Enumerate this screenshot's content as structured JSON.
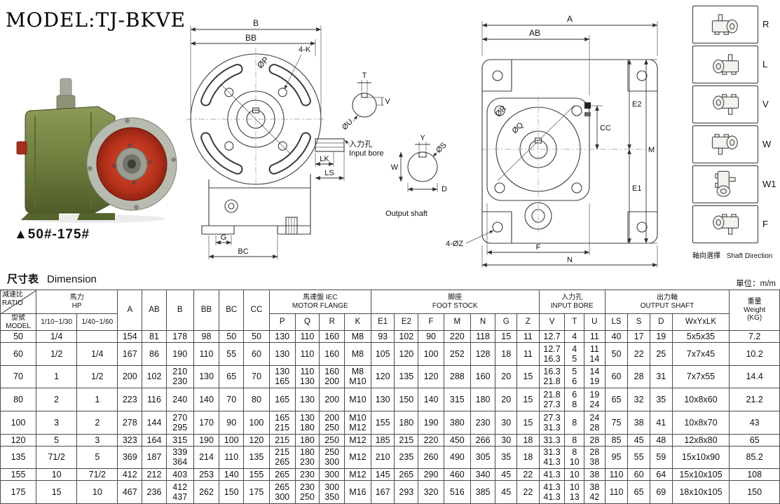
{
  "header": {
    "model_title": "MODEL:TJ-BKVE",
    "size_range": "▲50#-175#"
  },
  "section": {
    "heading_cn": "尺寸表",
    "heading_en": "Dimension"
  },
  "unit_label": "單位：m/m",
  "photo": {
    "body_color": "#71803f",
    "flange_color": "#bb3320",
    "rim_color": "#b8bcb0"
  },
  "drawings": {
    "front": {
      "b": "B",
      "bb": "BB",
      "p": "ØP",
      "k4": "4-K",
      "g": "G",
      "bc": "BC",
      "lk": "LK",
      "ls": "LS",
      "t": "T",
      "v": "V",
      "u": "ØU",
      "input_bore_cn": "入力孔",
      "input_bore_en": "Input bore",
      "y": "Y",
      "s": "ØS",
      "w": "W",
      "d": "D",
      "output_shaft_cn": "出力軸",
      "output_shaft_en": "Output shaft"
    },
    "side": {
      "a": "A",
      "ab": "AB",
      "r": "ØR",
      "q": "ØQ",
      "e2": "E2",
      "cc": "CC",
      "m": "M",
      "e1": "E1",
      "z4": "4-ØZ",
      "f": "F",
      "n": "N"
    }
  },
  "shaft_direction": {
    "caption_cn": "軸向選擇",
    "caption_en": "Shaft Direction",
    "options": [
      "R",
      "L",
      "V",
      "W",
      "W1",
      "F"
    ]
  },
  "table": {
    "corner": {
      "ratio": "減速比\nRATIO",
      "hp": "馬力\nHP",
      "model": "型號\nMODEL",
      "ratio_col1": "1/10~1/30",
      "ratio_col2": "1/40~1/60"
    },
    "top_cols": [
      "A",
      "AB",
      "B",
      "BB",
      "BC",
      "CC"
    ],
    "groups": {
      "motor_flange": "馬達盤 IEC\nMOTOR FLANGE",
      "foot_stock": "脚座\nFOOT STOCK",
      "input_bore": "入力孔\nINPUT BORE",
      "output_shaft": "出力軸\nOUTPUT SHAFT",
      "weight": "重量\nWeight\n(KG)"
    },
    "sub_headers": [
      "P",
      "Q",
      "R",
      "K",
      "E1",
      "E2",
      "F",
      "M",
      "N",
      "G",
      "Z",
      "V",
      "T",
      "U",
      "LS",
      "S",
      "D",
      "WxYxLK"
    ],
    "rows": [
      [
        "50",
        "1/4",
        "",
        "154",
        "81",
        "178",
        "98",
        "50",
        "50",
        "130",
        "110",
        "160",
        "M8",
        "93",
        "102",
        "90",
        "220",
        "118",
        "15",
        "11",
        "12.7",
        "4",
        "11",
        "40",
        "17",
        "19",
        "5x5x35",
        "7.2"
      ],
      [
        "60",
        "1/2",
        "1/4",
        "167",
        "86",
        "190",
        "110",
        "55",
        "60",
        "130",
        "110",
        "160",
        "M8",
        "105",
        "120",
        "100",
        "252",
        "128",
        "18",
        "11",
        "12.7\n16.3",
        "4\n5",
        "11\n14",
        "50",
        "22",
        "25",
        "7x7x45",
        "10.2"
      ],
      [
        "70",
        "1",
        "1/2",
        "200",
        "102",
        "210\n230",
        "130",
        "65",
        "70",
        "130\n165",
        "110\n130",
        "160\n200",
        "M8\nM10",
        "120",
        "135",
        "120",
        "288",
        "160",
        "20",
        "15",
        "16.3\n21.8",
        "5\n6",
        "14\n19",
        "60",
        "28",
        "31",
        "7x7x55",
        "14.4"
      ],
      [
        "80",
        "2",
        "1",
        "223",
        "116",
        "240",
        "140",
        "70",
        "80",
        "165",
        "130",
        "200",
        "M10",
        "130",
        "150",
        "140",
        "315",
        "180",
        "20",
        "15",
        "21.8\n27.3",
        "6\n8",
        "19\n24",
        "65",
        "32",
        "35",
        "10x8x60",
        "21.2"
      ],
      [
        "100",
        "3",
        "2",
        "278",
        "144",
        "270\n295",
        "170",
        "90",
        "100",
        "165\n215",
        "130\n180",
        "200\n250",
        "M10\nM12",
        "155",
        "180",
        "190",
        "380",
        "230",
        "30",
        "15",
        "27.3\n31.3",
        "8",
        "24\n28",
        "75",
        "38",
        "41",
        "10x8x70",
        "43"
      ],
      [
        "120",
        "5",
        "3",
        "323",
        "164",
        "315",
        "190",
        "100",
        "120",
        "215",
        "180",
        "250",
        "M12",
        "185",
        "215",
        "220",
        "450",
        "266",
        "30",
        "18",
        "31.3",
        "8",
        "28",
        "85",
        "45",
        "48",
        "12x8x80",
        "65"
      ],
      [
        "135",
        "71/2",
        "5",
        "369",
        "187",
        "339\n364",
        "214",
        "110",
        "135",
        "215\n265",
        "180\n230",
        "250\n300",
        "M12",
        "210",
        "235",
        "260",
        "490",
        "305",
        "35",
        "18",
        "31.3\n41.3",
        "8\n10",
        "28\n38",
        "95",
        "55",
        "59",
        "15x10x90",
        "85.2"
      ],
      [
        "155",
        "10",
        "71/2",
        "412",
        "212",
        "403",
        "253",
        "140",
        "155",
        "265",
        "230",
        "300",
        "M12",
        "145",
        "265",
        "290",
        "460",
        "340",
        "45",
        "22",
        "41.3",
        "10",
        "38",
        "110",
        "60",
        "64",
        "15x10x105",
        "108"
      ],
      [
        "175",
        "15",
        "10",
        "467",
        "236",
        "412\n437",
        "262",
        "150",
        "175",
        "265\n300",
        "230\n250",
        "300\n350",
        "M16",
        "167",
        "293",
        "320",
        "516",
        "385",
        "45",
        "22",
        "41.3\n41.3",
        "10\n13",
        "38\n42",
        "110",
        "65",
        "69",
        "18x10x105",
        "150"
      ]
    ]
  }
}
